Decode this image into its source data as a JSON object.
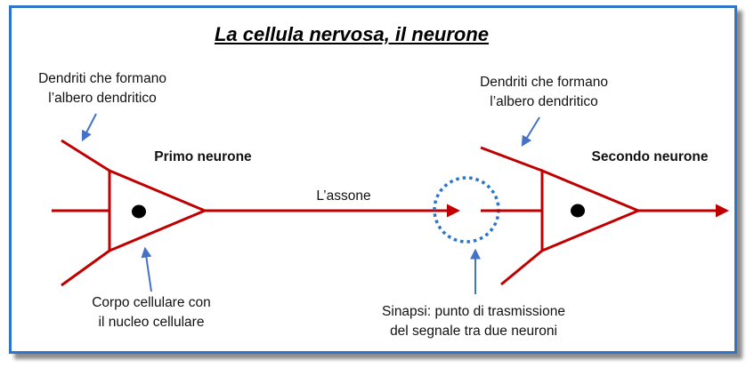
{
  "title": "La cellula nervosa, il neurone",
  "labels": {
    "dendrites_left": "Dendriti che formano\nl’albero dendritico",
    "first_neuron": "Primo neurone",
    "axon": "L’assone",
    "dendrites_right": "Dendriti che formano\nl’albero dendritico",
    "second_neuron": "Secondo neurone",
    "cell_body": "Corpo cellulare con\nil nucleo cellulare",
    "synapse": "Sinapsi: punto di trasmissione\ndel segnale tra due neuroni"
  },
  "colors": {
    "neuron": "#c00000",
    "pointer": "#4472c4",
    "synapse": "#2e75c9",
    "frame": "#2e75c9",
    "nucleus": "#000000"
  }
}
